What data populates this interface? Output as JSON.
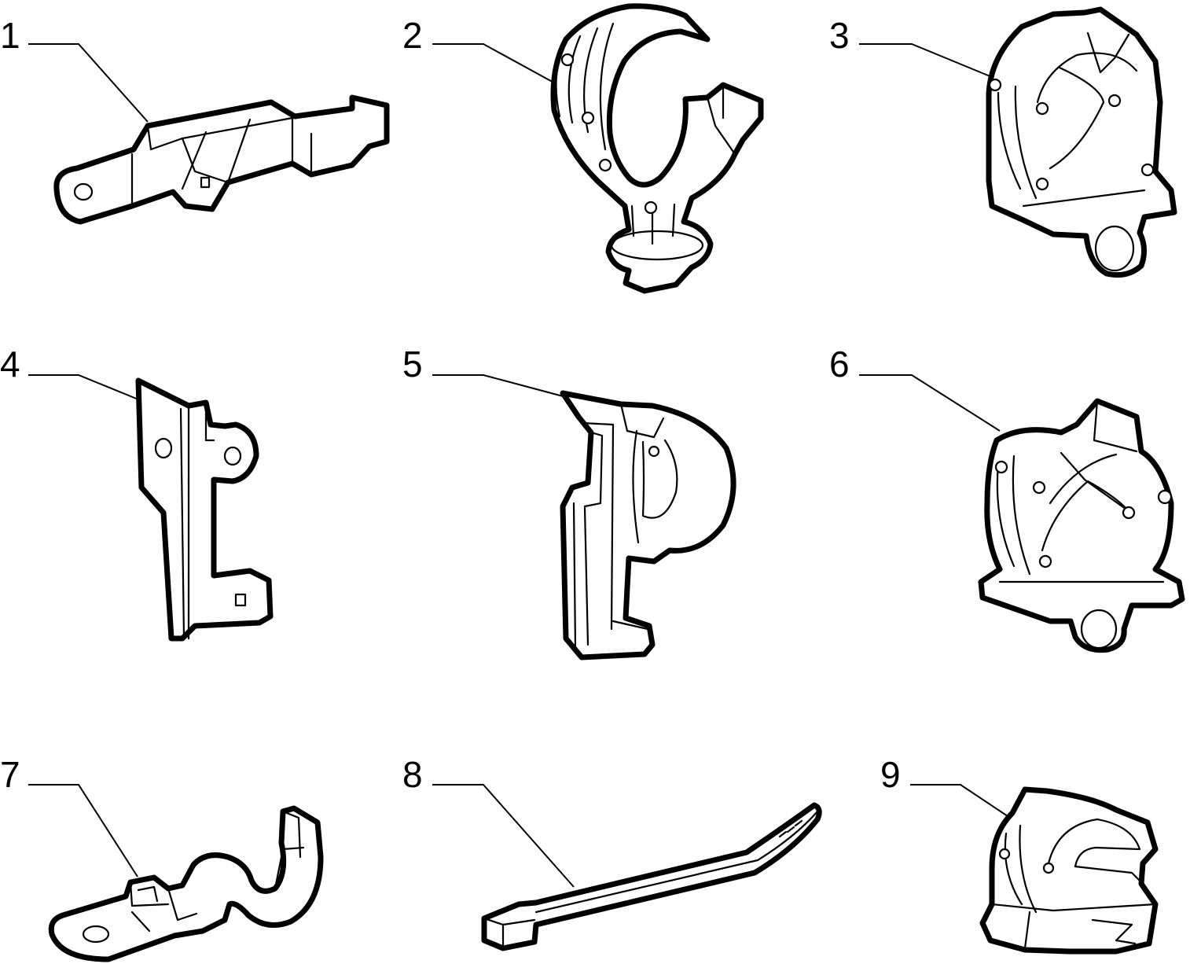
{
  "diagram": {
    "callouts": [
      {
        "number": "1",
        "part": "bracket"
      },
      {
        "number": "2",
        "part": "pipe-clip-with-stud"
      },
      {
        "number": "3",
        "part": "double-pipe-clip"
      },
      {
        "number": "4",
        "part": "plate-bracket"
      },
      {
        "number": "5",
        "part": "p-clip"
      },
      {
        "number": "6",
        "part": "pipe-clip-with-stud"
      },
      {
        "number": "7",
        "part": "strap-clamp"
      },
      {
        "number": "8",
        "part": "cable-tie"
      },
      {
        "number": "9",
        "part": "small-pipe-clip"
      }
    ]
  },
  "colors": {
    "line": "#000000",
    "background": "#ffffff"
  }
}
